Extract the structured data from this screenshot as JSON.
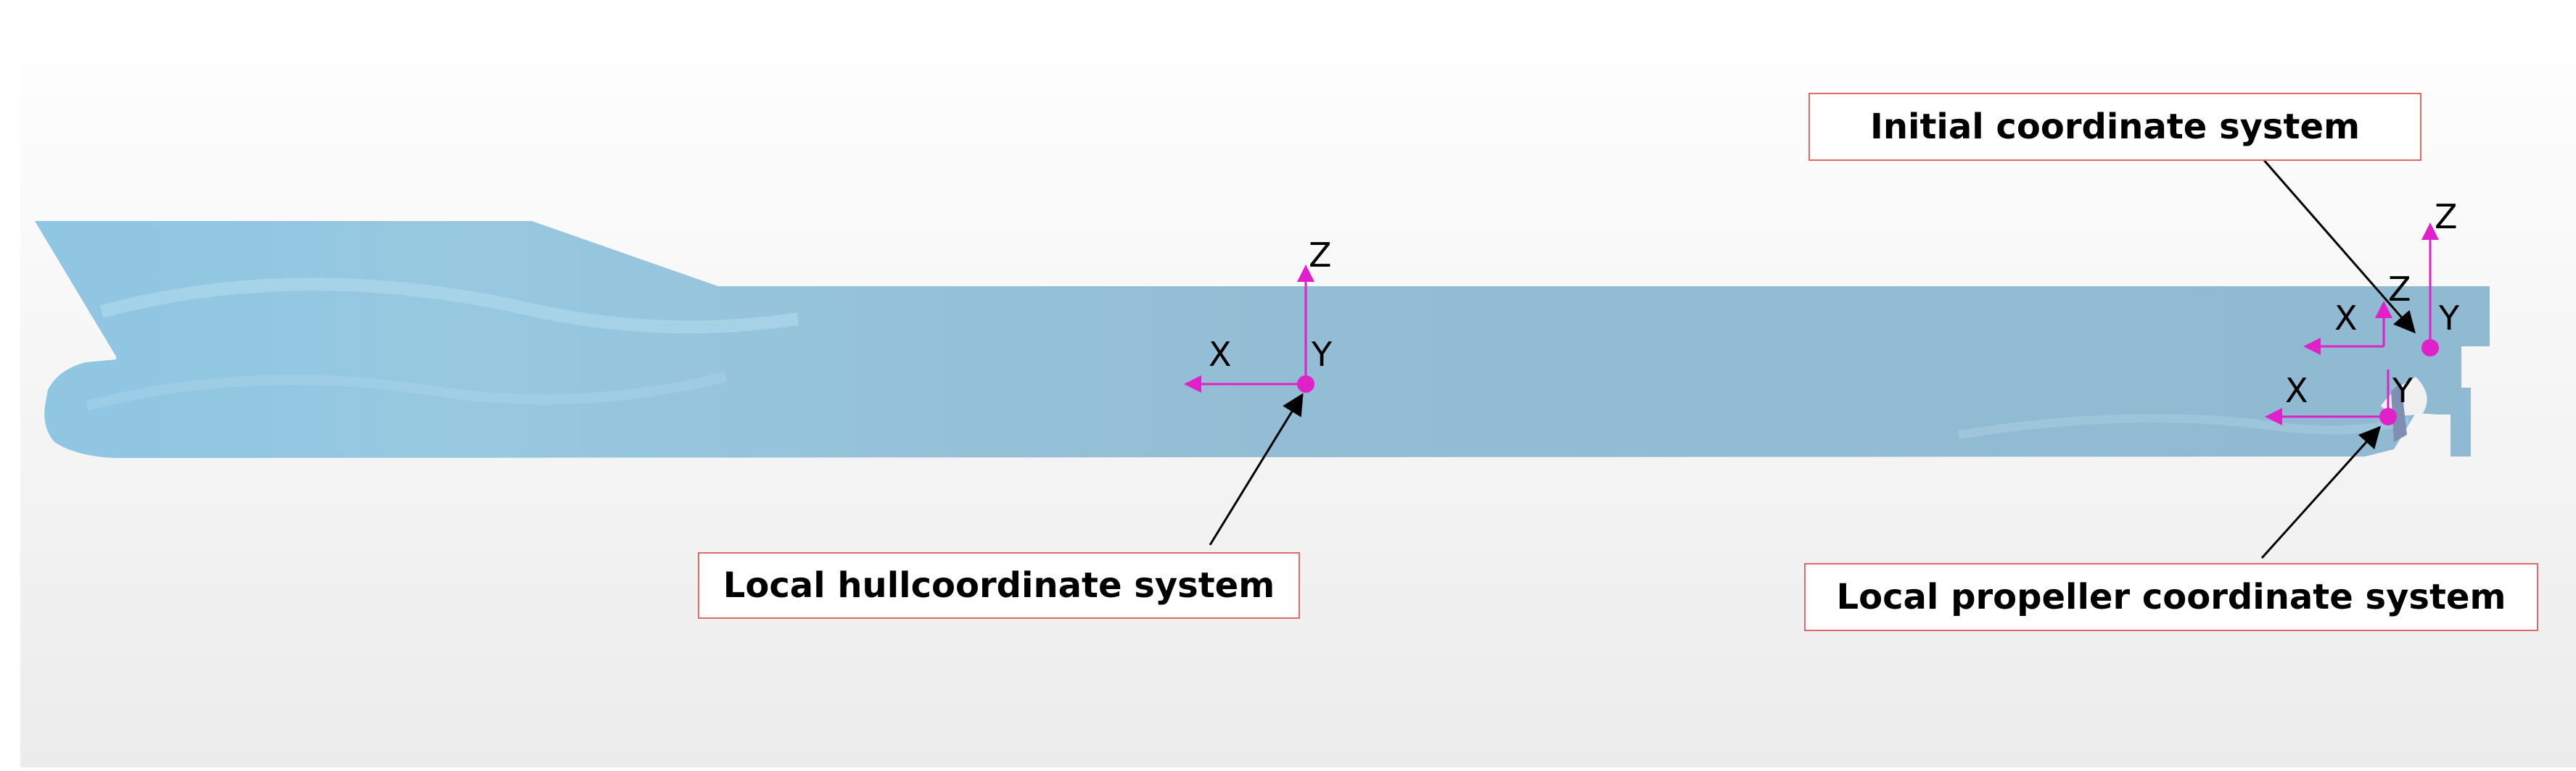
{
  "labels": {
    "initial": "Initial coordinate system",
    "hull": "Local hullcoordinate system",
    "propeller": "Local propeller coordinate system"
  },
  "axes": {
    "x": "X",
    "y": "Y",
    "z": "Z"
  },
  "colors": {
    "hull": "#92bdd6",
    "axis": "#e020c8",
    "label_border": "#e06a6a",
    "background": "#f1f1f1"
  }
}
